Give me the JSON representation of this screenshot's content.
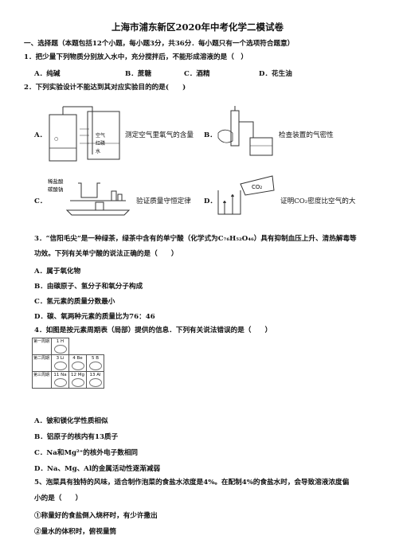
{
  "title": "上海市浦东新区2020年中考化学二模试卷",
  "section1": "一、选择题（本题包括12个小题，每小题3分，共36分．每小题只有一个选项符合题意）",
  "q1": {
    "stem": "1．把少量下列物质分别放入水中，充分搅拌后，不能形成溶液的是（　）",
    "options": [
      "A．纯碱",
      "B．蔗糖",
      "C．酒精",
      "D．花生油"
    ]
  },
  "q2": {
    "stem": "2．下列实验设计不能达到其对应实验目的的是(　　)",
    "A_letter": "A．",
    "A_text": "测定空气里氧气的含量",
    "A_fig": {
      "air": "空气",
      "p": "红磷",
      "w": "水"
    },
    "B_letter": "B．",
    "B_text": "检查装置的气密性",
    "C_letter": "C．",
    "C_text": "验证质量守恒定律",
    "C_fig": {
      "acid": "稀盐酸",
      "salt": "碳酸钠"
    },
    "D_letter": "D．",
    "D_text": "证明CO₂密度比空气的大",
    "D_fig": {
      "gas": "CO₂"
    }
  },
  "q3": {
    "stem1": "3．“信阳毛尖”是一种绿茶，绿茶中含有的单宁酸（化学式为C₇₆H₅₂O₄₆）具有抑制血压上升、清热解毒等",
    "stem2": "功效。下列有关单宁酸的说法正确的是（　　）",
    "options": [
      "A．属于氧化物",
      "B．由碳原子、氢分子和氧分子构成",
      "C．氢元素的质量分数最小",
      "D．碳、氧两种元素的质量比为76：46"
    ]
  },
  "q4": {
    "stem": "4．如图是按元素周期表（局部）提供的信息．下列有关说法错误的是（　　）",
    "table": {
      "rows": [
        {
          "label": "第一周期",
          "cells": [
            {
              "num": "1",
              "sym": "H"
            }
          ]
        },
        {
          "label": "第二周期",
          "cells": [
            {
              "num": "3",
              "sym": "Li"
            },
            {
              "num": "4",
              "sym": "Be"
            },
            {
              "num": "5",
              "sym": "B"
            }
          ]
        },
        {
          "label": "第三周期",
          "cells": [
            {
              "num": "11",
              "sym": "Na"
            },
            {
              "num": "12",
              "sym": "Mg"
            },
            {
              "num": "13",
              "sym": "Al"
            }
          ]
        }
      ]
    },
    "options": [
      "A．铍和镁化学性质相似",
      "B．铝原子的核内有13质子",
      "C．Na和Mg²⁺的核外电子数相同",
      "D．Na、Mg、Al的金属活动性逐渐减弱"
    ]
  },
  "q5": {
    "stem1": "5、泡菜具有独特的风味，适合制作泡菜的食盐水浓度是4%。在配制4%的食盐水时，会导致溶液浓度偏",
    "stem2": "小的是（　　）",
    "items": [
      "①称量好的食盐倒入烧杯时，有少许撒出",
      "②量水的体积时，俯视量筒"
    ]
  }
}
